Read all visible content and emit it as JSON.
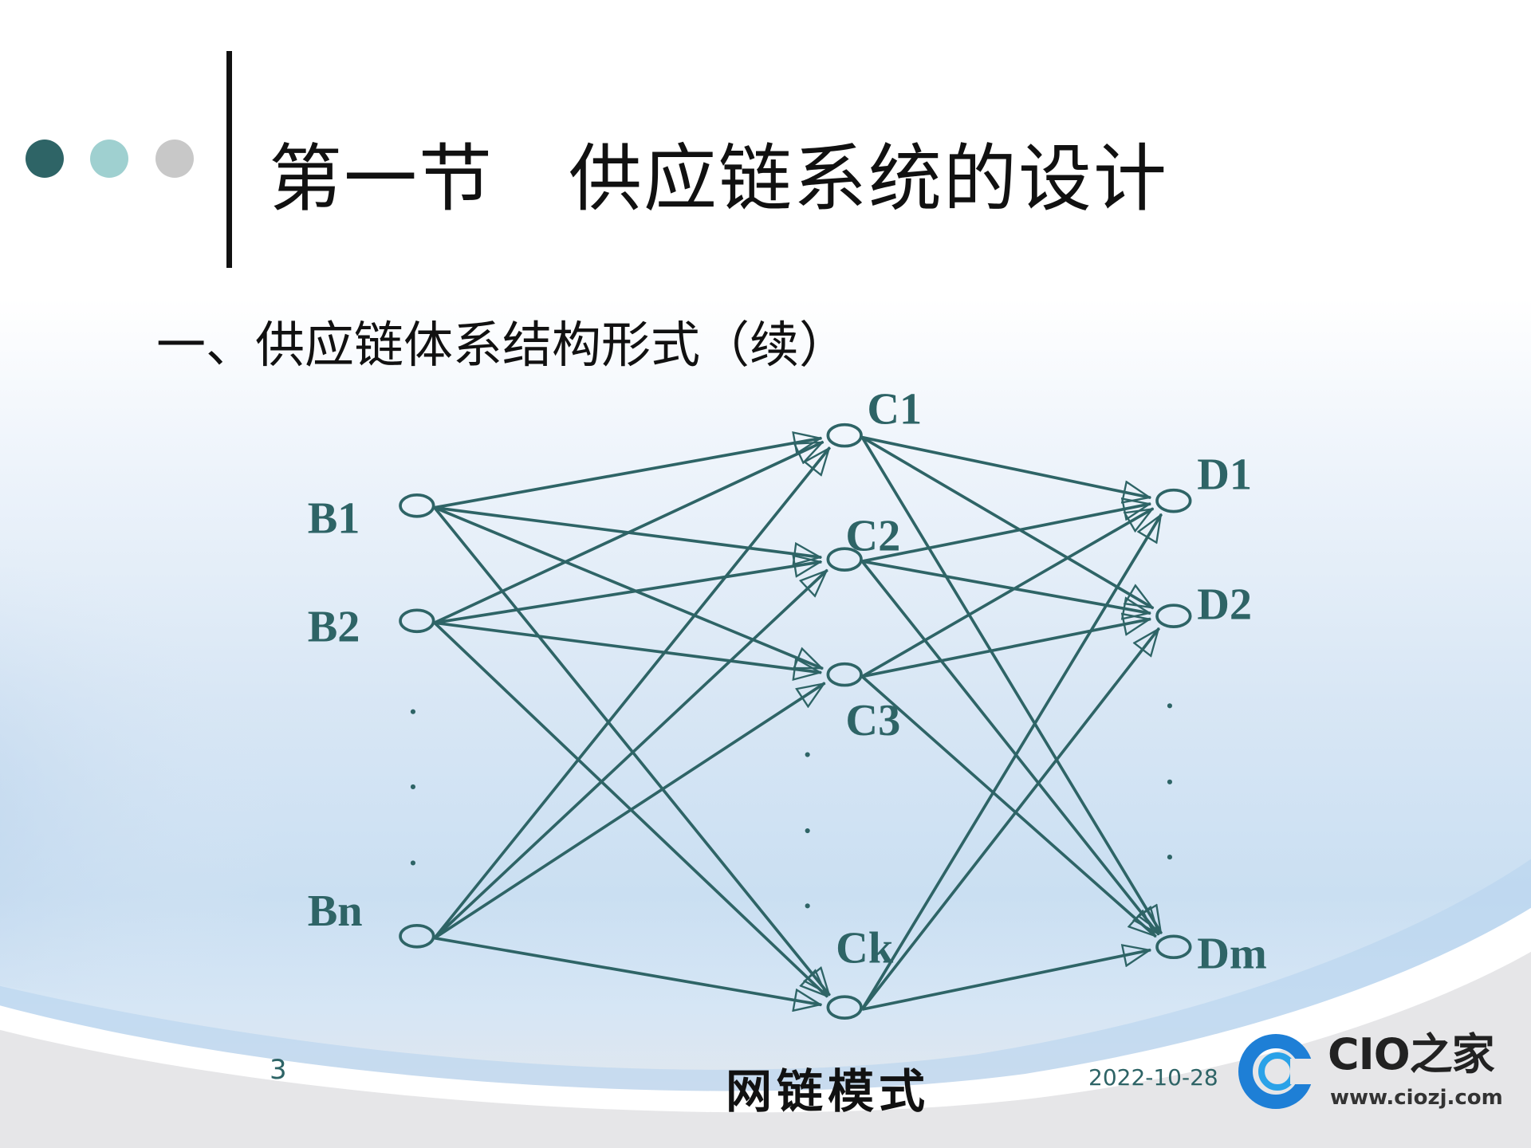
{
  "slide": {
    "title": "第一节　供应链系统的设计",
    "subtitle": "一、供应链体系结构形式（续）",
    "page_number": "3",
    "date": "2022-10-28",
    "caption": "网链模式",
    "decor_dots": [
      "#2e6466",
      "#9fd0d0",
      "#c8c8c8"
    ],
    "accent_color": "#2e6466"
  },
  "logo": {
    "name": "CIO之家",
    "url": "www.ciozj.com"
  },
  "network": {
    "nodes": [
      {
        "id": "B1",
        "label": "B1"
      },
      {
        "id": "B2",
        "label": "B2"
      },
      {
        "id": "Bn",
        "label": "Bn"
      },
      {
        "id": "C1",
        "label": "C1"
      },
      {
        "id": "C2",
        "label": "C2"
      },
      {
        "id": "C3",
        "label": "C3"
      },
      {
        "id": "Ck",
        "label": "Ck"
      },
      {
        "id": "D1",
        "label": "D1"
      },
      {
        "id": "D2",
        "label": "D2"
      },
      {
        "id": "Dm",
        "label": "Dm"
      }
    ],
    "edges": [
      [
        "B1",
        "C1"
      ],
      [
        "B1",
        "C2"
      ],
      [
        "B1",
        "C3"
      ],
      [
        "B1",
        "Ck"
      ],
      [
        "B2",
        "C1"
      ],
      [
        "B2",
        "C2"
      ],
      [
        "B2",
        "C3"
      ],
      [
        "B2",
        "Ck"
      ],
      [
        "Bn",
        "C1"
      ],
      [
        "Bn",
        "C2"
      ],
      [
        "Bn",
        "C3"
      ],
      [
        "Bn",
        "Ck"
      ],
      [
        "C1",
        "D1"
      ],
      [
        "C1",
        "D2"
      ],
      [
        "C1",
        "Dm"
      ],
      [
        "C2",
        "D1"
      ],
      [
        "C2",
        "D2"
      ],
      [
        "C2",
        "Dm"
      ],
      [
        "C3",
        "D1"
      ],
      [
        "C3",
        "D2"
      ],
      [
        "C3",
        "Dm"
      ],
      [
        "Ck",
        "D1"
      ],
      [
        "Ck",
        "D2"
      ],
      [
        "Ck",
        "Dm"
      ]
    ],
    "ellipsis": "·"
  }
}
